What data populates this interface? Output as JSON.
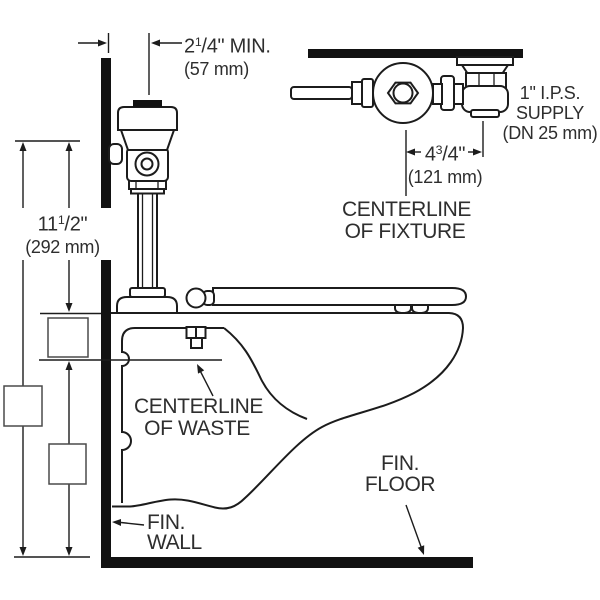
{
  "colors": {
    "background": "#ffffff",
    "line": "#1c1c1c",
    "text": "#2e2e2e",
    "bar": "#121212",
    "box_border": "#4a4a4a"
  },
  "dims": {
    "fraction_slash": "/",
    "top": {
      "whole": "2",
      "num": "1",
      "den": "4",
      "suffix": "\" MIN.",
      "metric": "(57 mm)"
    },
    "left": {
      "whole": "11",
      "num": "1",
      "den": "2",
      "suffix": "\"",
      "metric": "(292 mm)"
    },
    "detail": {
      "whole": "4",
      "num": "3",
      "den": "4",
      "suffix": "\"",
      "metric": "(121 mm)"
    }
  },
  "labels": {
    "supply_line1": "1\" I.P.S.",
    "supply_line2": "SUPPLY",
    "supply_line3": "(DN 25 mm)",
    "centerline_fixture_line1": "CENTERLINE",
    "centerline_fixture_line2": "OF FIXTURE",
    "centerline_waste_line1": "CENTERLINE",
    "centerline_waste_line2": "OF WASTE",
    "fin_wall_line1": "FIN.",
    "fin_wall_line2": "WALL",
    "fin_floor_line1": "FIN.",
    "fin_floor_line2": "FLOOR"
  }
}
